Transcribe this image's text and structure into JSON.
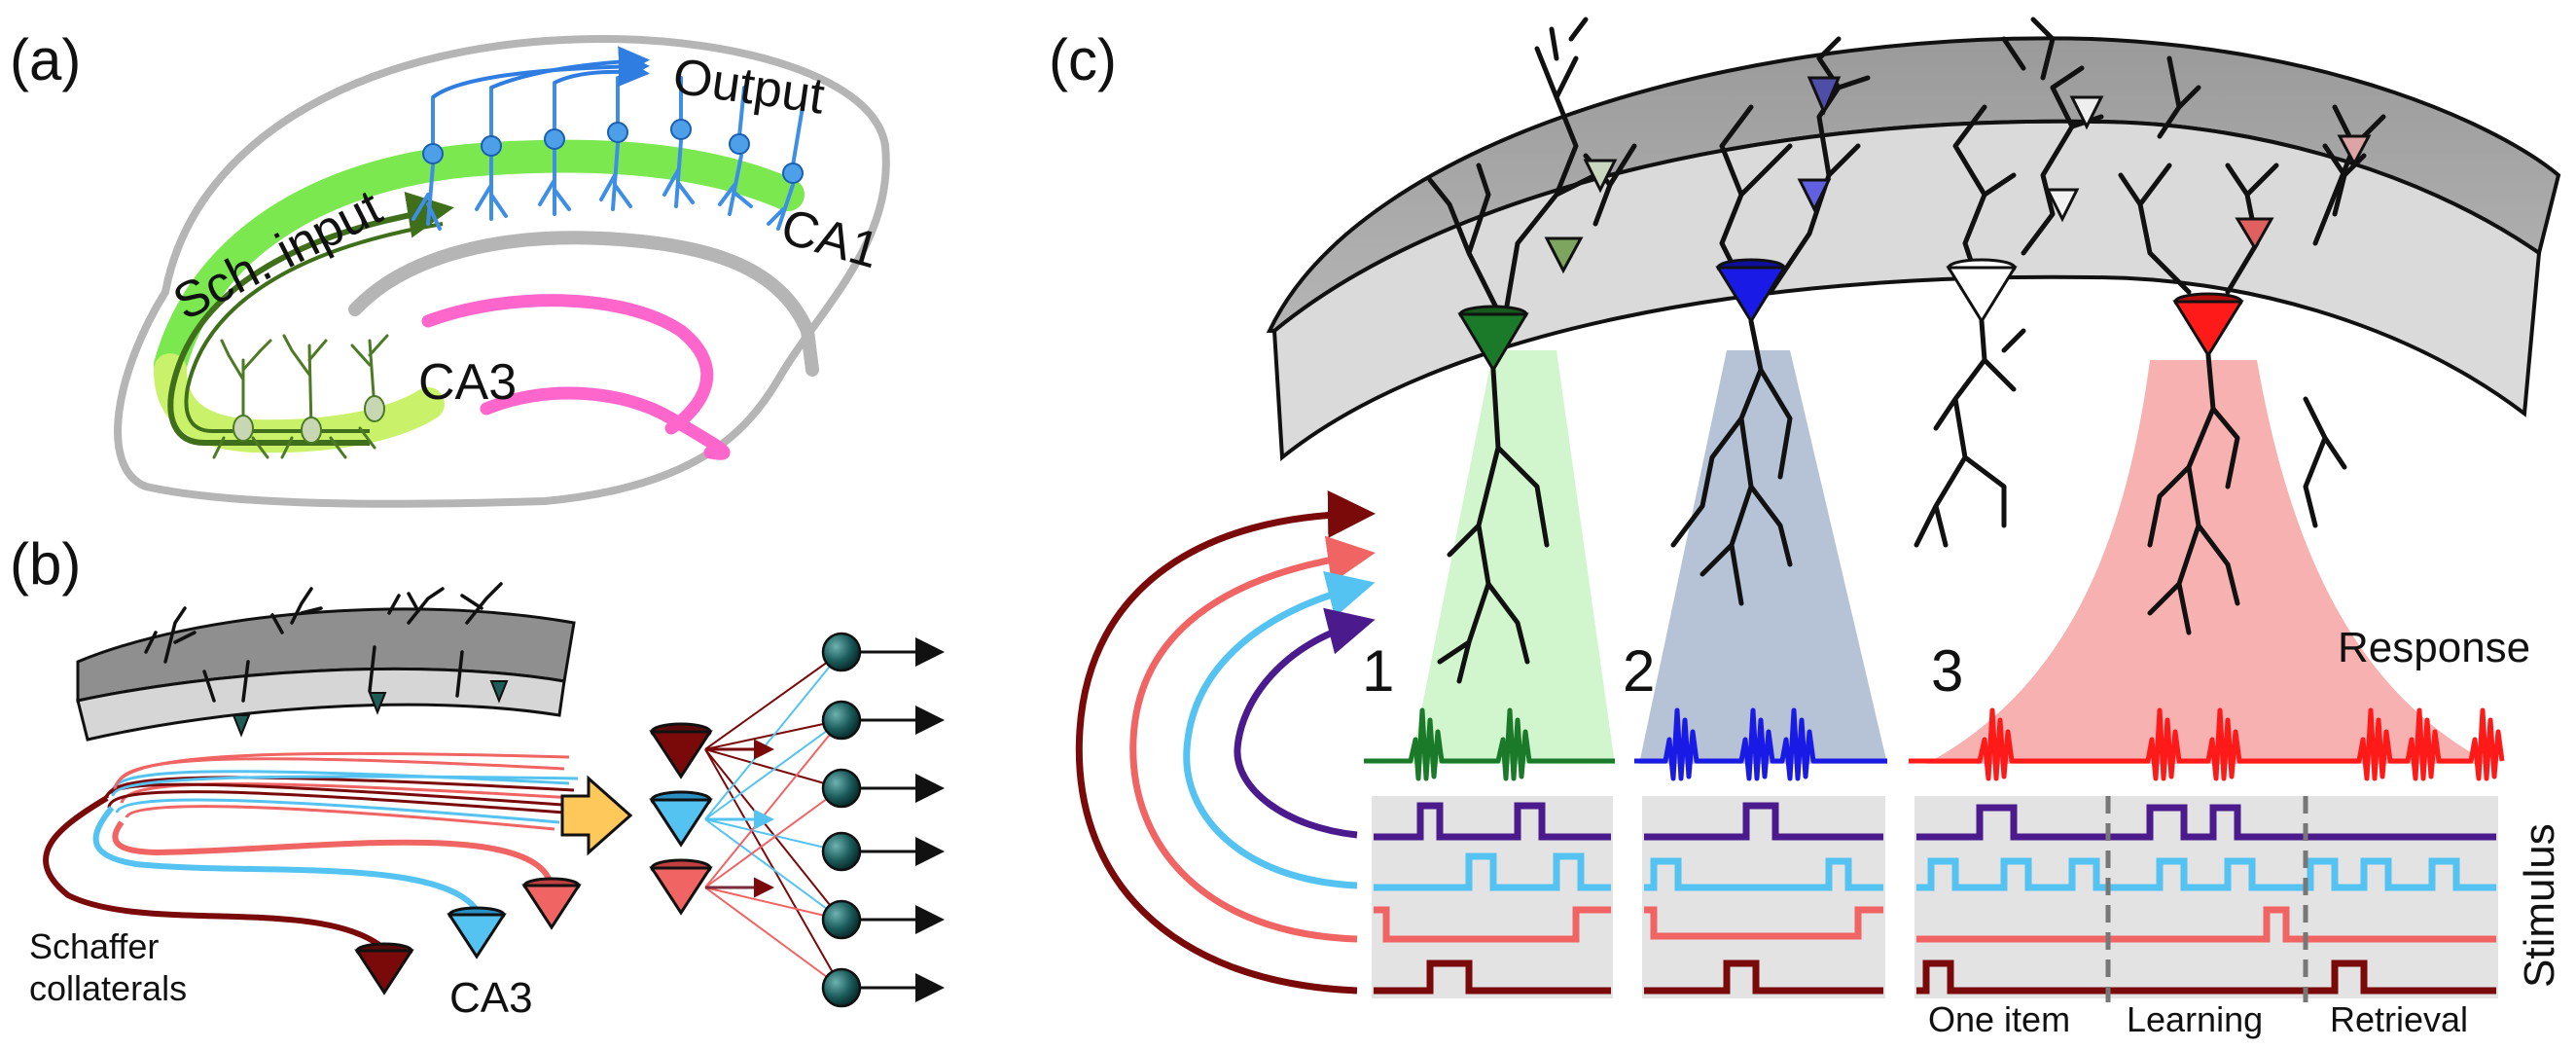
{
  "panels": {
    "a": "(a)",
    "b": "(b)",
    "c": "(c)"
  },
  "panel_a": {
    "output": "Output",
    "sch_input": "Sch. input",
    "ca1": "CA1",
    "ca3": "CA3"
  },
  "panel_b": {
    "schaffer_line1": "Schaffer",
    "schaffer_line2": "collaterals",
    "ca3": "CA3"
  },
  "panel_c": {
    "response": "Response",
    "stimulus": "Stimulus",
    "cell_numbers": [
      "1",
      "2",
      "3"
    ],
    "phases": [
      "One item",
      "Learning",
      "Retrieval"
    ]
  },
  "colors": {
    "dark_red": "#7a0a0a",
    "salmon": "#f06464",
    "light_blue": "#55c3f2",
    "purple": "#4b1a8c",
    "green": "#1a7a2a",
    "blue": "#1a1ae6",
    "red": "#ff1a1a",
    "ca1_band": "#7be84f",
    "ca3_band": "#c9f26a",
    "dentate": "#ff66cc"
  }
}
